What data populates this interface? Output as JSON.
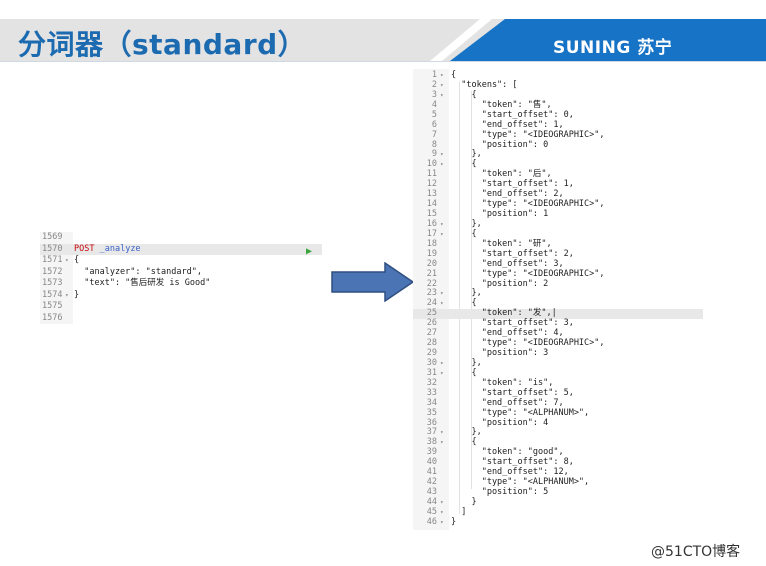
{
  "header": {
    "title": "分词器（standard）",
    "logo_text": "SUNING 苏宁"
  },
  "request_editor": {
    "lines": [
      {
        "num": "1569",
        "fold": "",
        "code": ""
      },
      {
        "num": "1570",
        "fold": "",
        "method": "POST",
        "path": "_analyze"
      },
      {
        "num": "1571",
        "fold": "▾",
        "code": "{"
      },
      {
        "num": "1572",
        "fold": "",
        "code": "  \"analyzer\": \"standard\","
      },
      {
        "num": "1573",
        "fold": "",
        "code": "  \"text\": \"售后研发 is Good\""
      },
      {
        "num": "1574",
        "fold": "▾",
        "code": "}"
      },
      {
        "num": "1575",
        "fold": "",
        "code": ""
      },
      {
        "num": "1576",
        "fold": "",
        "code": ""
      }
    ],
    "run_icon": "play-icon"
  },
  "response_editor": {
    "active_line": 25,
    "lines": [
      {
        "num": "1",
        "fold": "▾",
        "code": "{"
      },
      {
        "num": "2",
        "fold": "▾",
        "code": "  \"tokens\": ["
      },
      {
        "num": "3",
        "fold": "▾",
        "code": "    {"
      },
      {
        "num": "4",
        "fold": "",
        "code": "      \"token\": \"售\","
      },
      {
        "num": "5",
        "fold": "",
        "code": "      \"start_offset\": 0,"
      },
      {
        "num": "6",
        "fold": "",
        "code": "      \"end_offset\": 1,"
      },
      {
        "num": "7",
        "fold": "",
        "code": "      \"type\": \"<IDEOGRAPHIC>\","
      },
      {
        "num": "8",
        "fold": "",
        "code": "      \"position\": 0"
      },
      {
        "num": "9",
        "fold": "▾",
        "code": "    },"
      },
      {
        "num": "10",
        "fold": "▾",
        "code": "    {"
      },
      {
        "num": "11",
        "fold": "",
        "code": "      \"token\": \"后\","
      },
      {
        "num": "12",
        "fold": "",
        "code": "      \"start_offset\": 1,"
      },
      {
        "num": "13",
        "fold": "",
        "code": "      \"end_offset\": 2,"
      },
      {
        "num": "14",
        "fold": "",
        "code": "      \"type\": \"<IDEOGRAPHIC>\","
      },
      {
        "num": "15",
        "fold": "",
        "code": "      \"position\": 1"
      },
      {
        "num": "16",
        "fold": "▾",
        "code": "    },"
      },
      {
        "num": "17",
        "fold": "▾",
        "code": "    {"
      },
      {
        "num": "18",
        "fold": "",
        "code": "      \"token\": \"研\","
      },
      {
        "num": "19",
        "fold": "",
        "code": "      \"start_offset\": 2,"
      },
      {
        "num": "20",
        "fold": "",
        "code": "      \"end_offset\": 3,"
      },
      {
        "num": "21",
        "fold": "",
        "code": "      \"type\": \"<IDEOGRAPHIC>\","
      },
      {
        "num": "22",
        "fold": "",
        "code": "      \"position\": 2"
      },
      {
        "num": "23",
        "fold": "▾",
        "code": "    },"
      },
      {
        "num": "24",
        "fold": "▾",
        "code": "    {"
      },
      {
        "num": "25",
        "fold": "",
        "code": "      \"token\": \"发\",|"
      },
      {
        "num": "26",
        "fold": "",
        "code": "      \"start_offset\": 3,"
      },
      {
        "num": "27",
        "fold": "",
        "code": "      \"end_offset\": 4,"
      },
      {
        "num": "28",
        "fold": "",
        "code": "      \"type\": \"<IDEOGRAPHIC>\","
      },
      {
        "num": "29",
        "fold": "",
        "code": "      \"position\": 3"
      },
      {
        "num": "30",
        "fold": "▾",
        "code": "    },"
      },
      {
        "num": "31",
        "fold": "▾",
        "code": "    {"
      },
      {
        "num": "32",
        "fold": "",
        "code": "      \"token\": \"is\","
      },
      {
        "num": "33",
        "fold": "",
        "code": "      \"start_offset\": 5,"
      },
      {
        "num": "34",
        "fold": "",
        "code": "      \"end_offset\": 7,"
      },
      {
        "num": "35",
        "fold": "",
        "code": "      \"type\": \"<ALPHANUM>\","
      },
      {
        "num": "36",
        "fold": "",
        "code": "      \"position\": 4"
      },
      {
        "num": "37",
        "fold": "▾",
        "code": "    },"
      },
      {
        "num": "38",
        "fold": "▾",
        "code": "    {"
      },
      {
        "num": "39",
        "fold": "",
        "code": "      \"token\": \"good\","
      },
      {
        "num": "40",
        "fold": "",
        "code": "      \"start_offset\": 8,"
      },
      {
        "num": "41",
        "fold": "",
        "code": "      \"end_offset\": 12,"
      },
      {
        "num": "42",
        "fold": "",
        "code": "      \"type\": \"<ALPHANUM>\","
      },
      {
        "num": "43",
        "fold": "",
        "code": "      \"position\": 5"
      },
      {
        "num": "44",
        "fold": "▾",
        "code": "    }"
      },
      {
        "num": "45",
        "fold": "▾",
        "code": "  ]"
      },
      {
        "num": "46",
        "fold": "▾",
        "code": "}"
      }
    ]
  },
  "watermark": "@51CTO博客",
  "colors": {
    "title_blue": "#1c6bb0",
    "logo_blue": "#1673c5",
    "arrow_fill": "#4a74b4",
    "arrow_stroke": "#2f4f80",
    "method_red": "#c5060b",
    "path_blue": "#3b63c7",
    "run_green": "#3aa53a"
  }
}
